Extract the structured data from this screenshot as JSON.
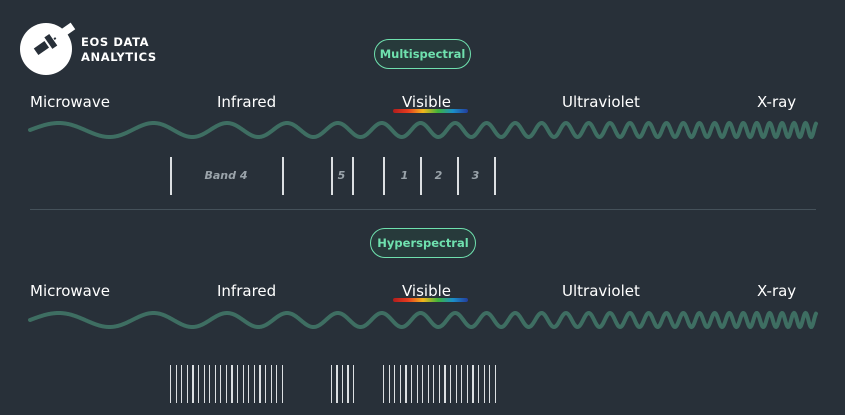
{
  "brand": {
    "line1": "EOS DATA",
    "line2": "ANALYTICS"
  },
  "sections": {
    "multispectral": {
      "title": "Multispectral"
    },
    "hyperspectral": {
      "title": "Hyperspectral"
    }
  },
  "spectrum_labels": [
    "Microwave",
    "Infrared",
    "Visible",
    "Ultraviolet",
    "X-ray"
  ],
  "multispectral_bands": [
    "Band 4",
    "5",
    "1",
    "2",
    "3"
  ],
  "colors": {
    "background": "#283039",
    "accent": "#6fe0ae",
    "wave": "#3e6e62",
    "band_line": "#dcdfe2",
    "band_label": "#9aa3aa"
  },
  "icons": [
    "satellite-logo-icon",
    "visible-rainbow-icon"
  ]
}
